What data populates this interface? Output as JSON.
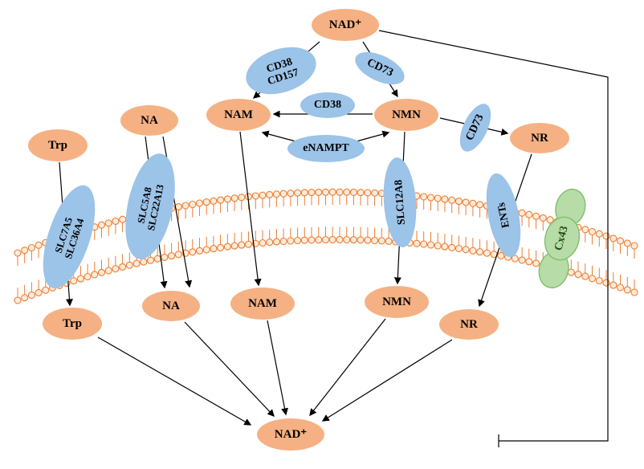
{
  "colors": {
    "metabolite_fill": "#F5B183",
    "enzyme_fill": "#9CC3E8",
    "membrane_stroke": "#ED7D31",
    "channel_fill": "#B7DCA8",
    "channel_stroke": "#7FBF6B",
    "arrow": "#000000"
  },
  "metabolites": {
    "nad_extracellular": "NAD⁺",
    "trp_extracellular": "Trp",
    "na_extracellular": "NA",
    "nam_extracellular": "NAM",
    "nmn_extracellular": "NMN",
    "nr_extracellular": "NR",
    "trp_intracellular": "Trp",
    "na_intracellular": "NA",
    "nam_intracellular": "NAM",
    "nmn_intracellular": "NMN",
    "nr_intracellular": "NR",
    "nad_intracellular": "NAD⁺"
  },
  "enzymes": {
    "cd38_cd157": {
      "line1": "CD38",
      "line2": "CD157"
    },
    "cd73_upper": "CD73",
    "cd38": "CD38",
    "enampt": "eNAMPT",
    "cd73_right": "CD73"
  },
  "transporters": {
    "slc7a5_slc36a4": {
      "line1": "SLC7A5",
      "line2": "SLC36A4"
    },
    "slc5a8_slc22a13": {
      "line1": "SLC5A8",
      "line2": "SLC22A13"
    },
    "slc12a8": "SLC12A8",
    "ents": "ENTs",
    "cx43": "Cx43"
  }
}
